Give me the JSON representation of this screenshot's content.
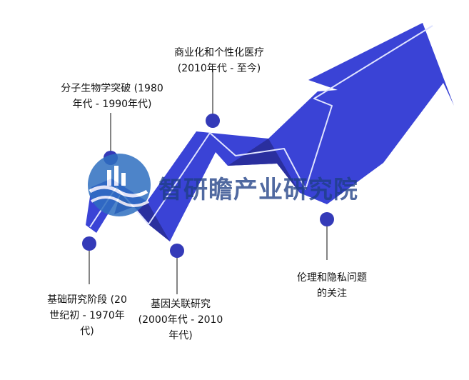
{
  "colors": {
    "arrow": "#3a43d6",
    "arrow_dark": "#2a2f9e",
    "highlight": "#dfe3ff",
    "dot": "#343ab8",
    "connector": "#333333",
    "watermark_text": "#1f3f86",
    "watermark_logo": "#2f6fc0"
  },
  "milestones": [
    {
      "id": "m1",
      "label": "基础研究阶段 (20\n世纪初 - 1970年\n代)"
    },
    {
      "id": "m2",
      "label": "分子生物学突破 (1980\n年代 - 1990年代)"
    },
    {
      "id": "m3",
      "label": "基因关联研究\n(2000年代 - 2010\n年代)"
    },
    {
      "id": "m4",
      "label": "商业化和个性化医疗\n(2010年代 - 至今)"
    },
    {
      "id": "m5",
      "label": "伦理和隐私问题\n的关注"
    }
  ],
  "watermark": {
    "text": "智研瞻产业研究院",
    "logo_icon": "wave-building-logo-icon"
  }
}
